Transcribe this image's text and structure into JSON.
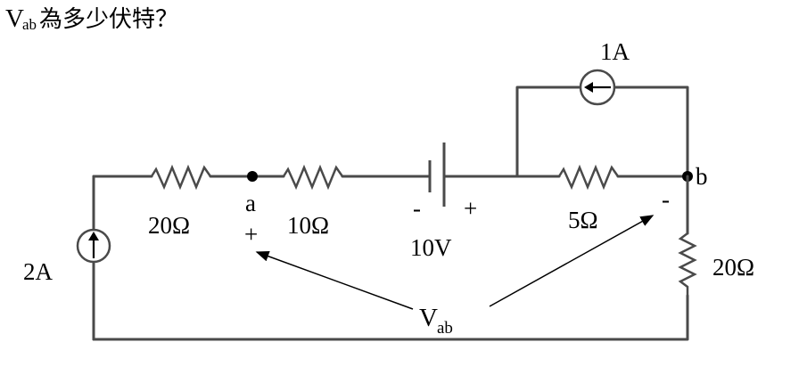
{
  "question": {
    "v": "V",
    "sub": "ab",
    "text": "為多少伏特？"
  },
  "labels": {
    "src_1a": "1A",
    "src_2a": "2A",
    "r_20_left": "20Ω",
    "r_10": "10Ω",
    "r_5": "5Ω",
    "r_20_right": "20Ω",
    "battery": "10V",
    "node_a": "a",
    "node_b": "b",
    "plus_a": "+",
    "minus_b": "-",
    "bat_minus": "-",
    "bat_plus": "+",
    "vab_main": "V",
    "vab_sub": "ab"
  }
}
